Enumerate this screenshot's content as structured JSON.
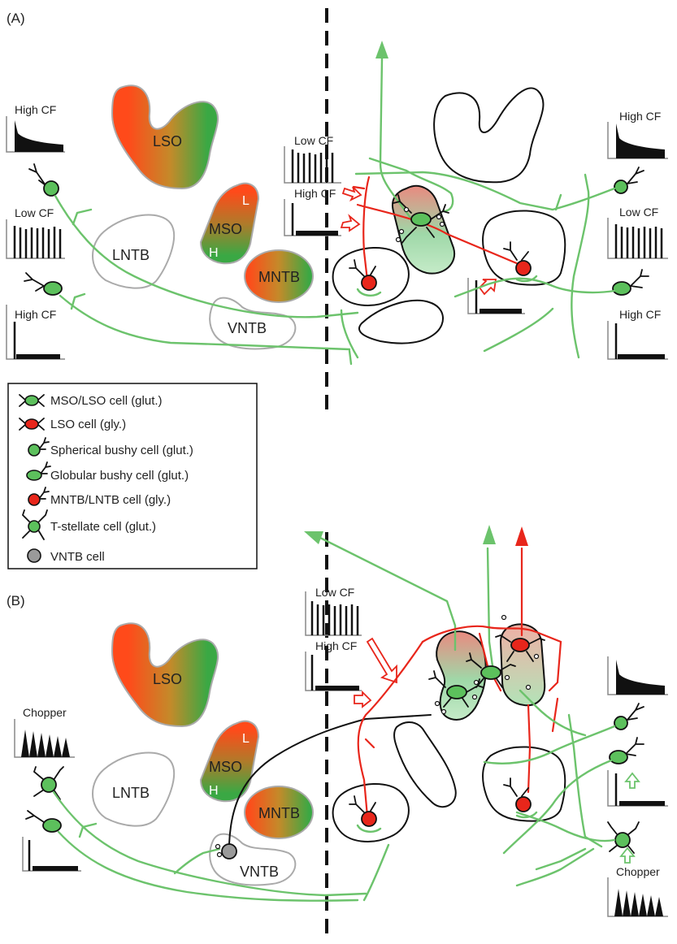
{
  "panels": {
    "a": "(A)",
    "b": "(B)"
  },
  "nuclei": {
    "lso": "LSO",
    "mso": "MSO",
    "mso_l": "L",
    "mso_h": "H",
    "lntb": "LNTB",
    "mntb": "MNTB",
    "vntb": "VNTB"
  },
  "cf_labels": {
    "high_cf": "High CF",
    "low_cf": "Low CF",
    "chopper": "Chopper"
  },
  "legend": {
    "items": [
      {
        "label": "MSO/LSO cell (glut.)",
        "icon": "mso-lso-glut-cell-icon"
      },
      {
        "label": "LSO cell (gly.)",
        "icon": "lso-gly-cell-icon"
      },
      {
        "label": "Spherical bushy cell (glut.)",
        "icon": "spherical-bushy-cell-icon"
      },
      {
        "label": "Globular bushy cell (glut.)",
        "icon": "globular-bushy-cell-icon"
      },
      {
        "label": "MNTB/LNTB cell (gly.)",
        "icon": "mntb-lntb-cell-icon"
      },
      {
        "label": "T-stellate cell (glut.)",
        "icon": "t-stellate-cell-icon"
      },
      {
        "label": "VNTB cell",
        "icon": "vntb-cell-icon"
      }
    ]
  },
  "colors": {
    "excitatory_green": "#6cc36c",
    "inhibitory_red": "#e8261b",
    "gradient_red": "#ff4a1a",
    "gradient_green": "#3aa844",
    "vntb_gray": "#9a9a9a"
  }
}
